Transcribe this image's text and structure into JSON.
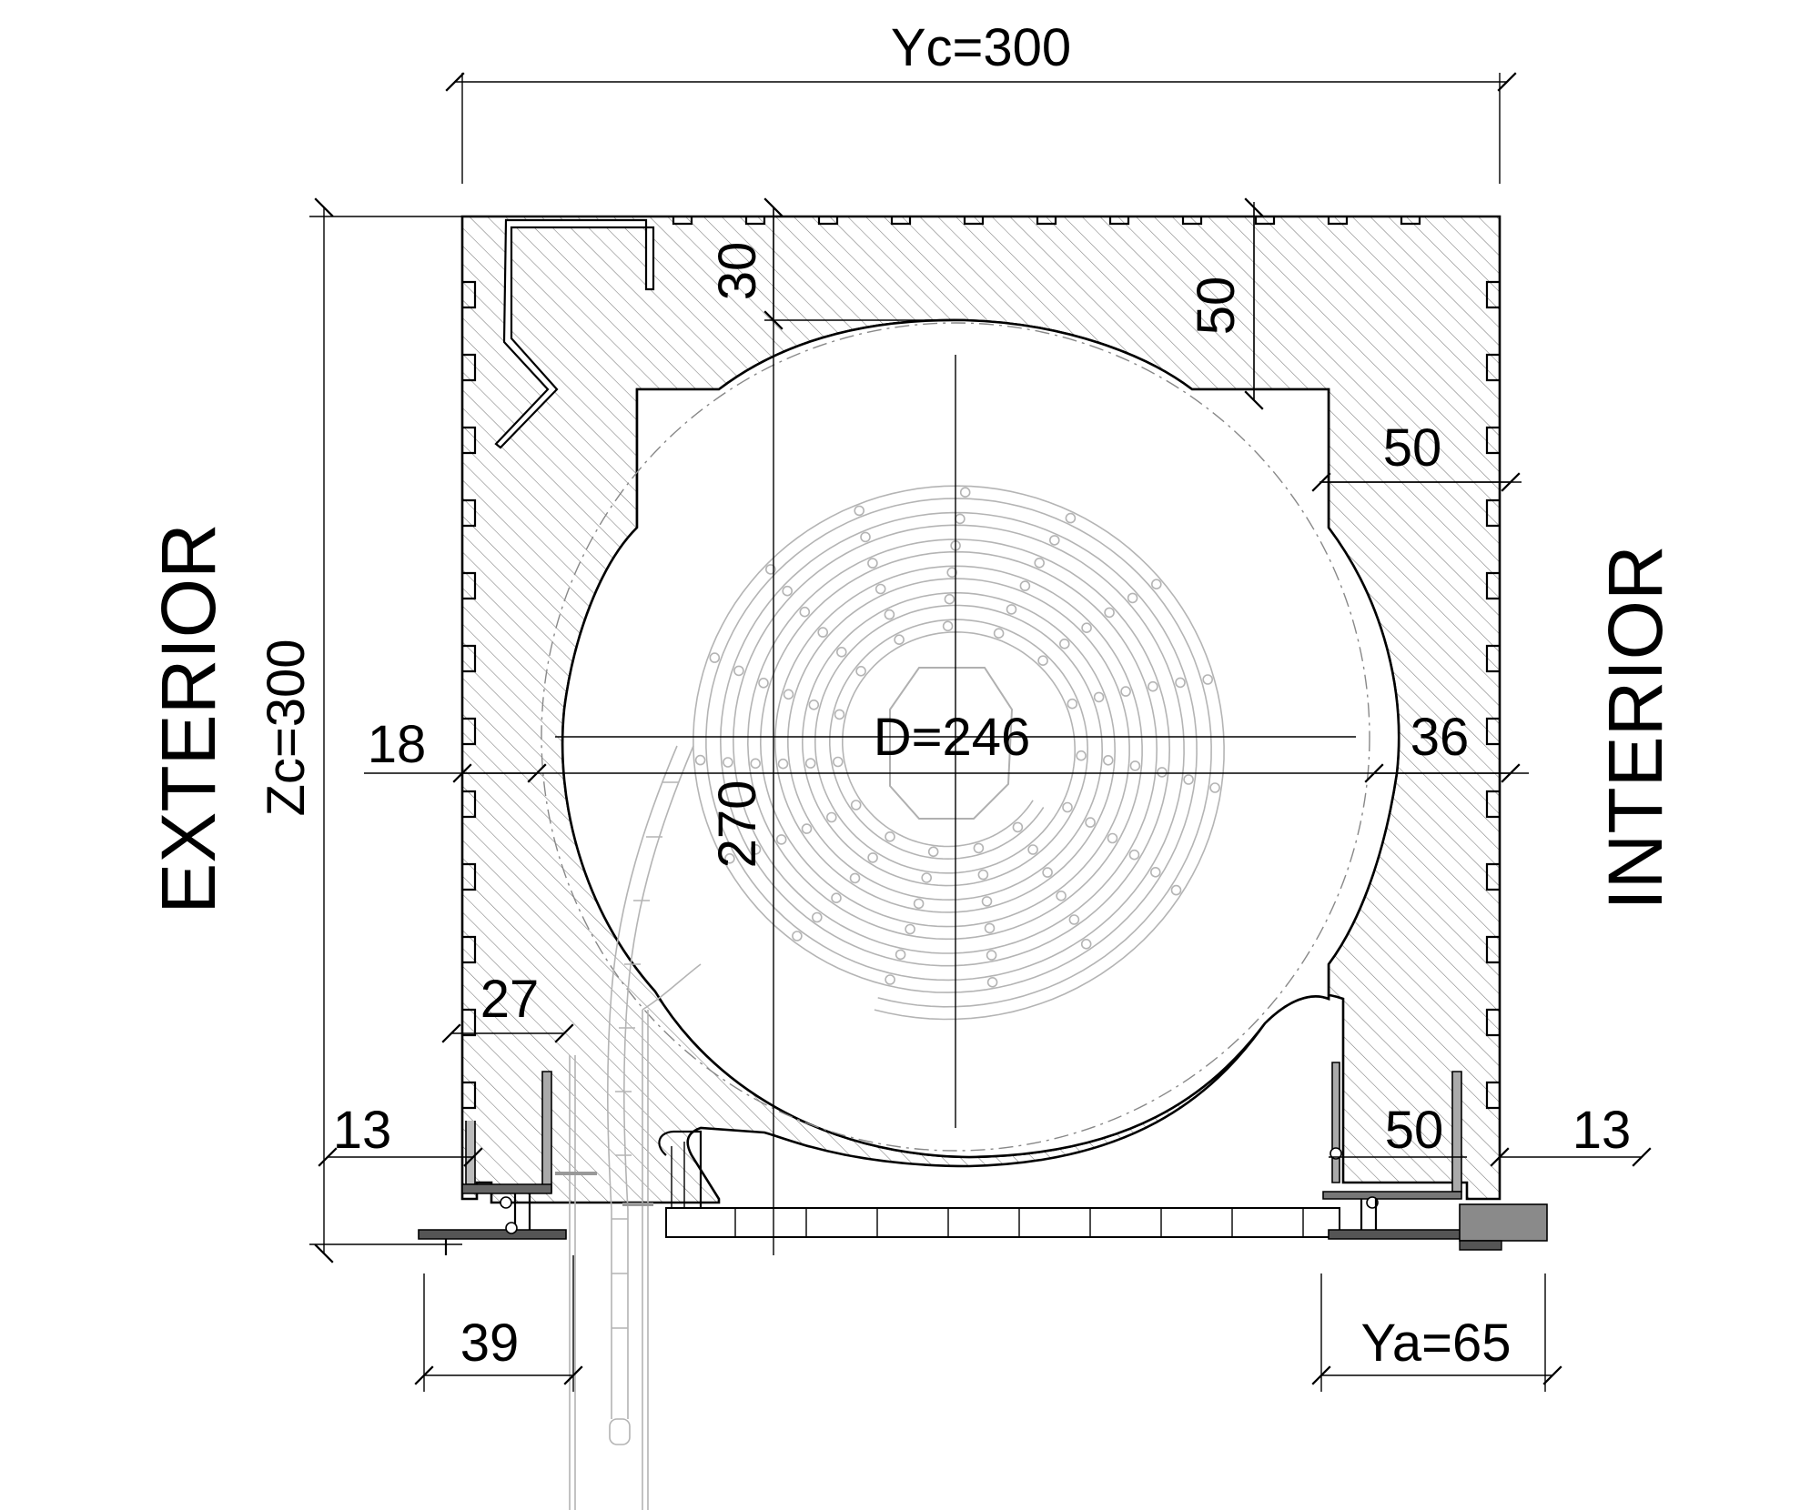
{
  "dimensions": {
    "yc": "Yc=300",
    "zc": "Zc=300",
    "top_30": "30",
    "top_50": "50",
    "right_50": "50",
    "left_18": "18",
    "right_36": "36",
    "diameter": "D=246",
    "roll_270": "270",
    "left_27": "27",
    "left_13": "13",
    "right_50_bottom": "50",
    "right_13": "13",
    "bottom_39": "39",
    "ya": "Ya=65"
  },
  "sides": {
    "exterior": "EXTERIOR",
    "interior": "INTERIOR"
  }
}
